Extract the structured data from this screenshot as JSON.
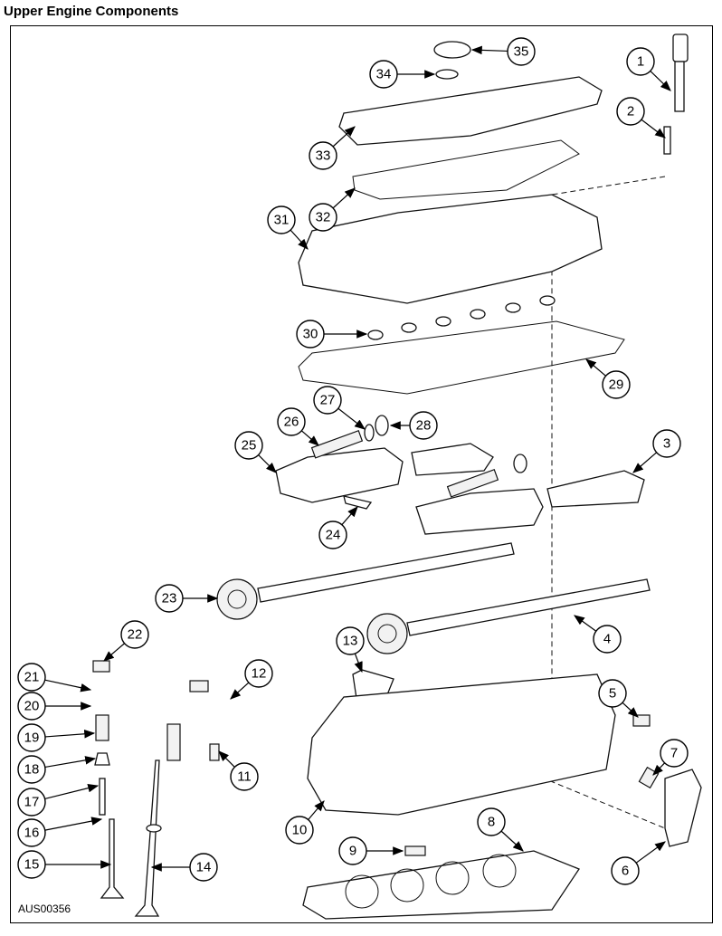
{
  "title": "Upper Engine Components",
  "figure_id": "AUS00356",
  "callouts": [
    "1",
    "2",
    "3",
    "4",
    "5",
    "6",
    "7",
    "8",
    "9",
    "10",
    "11",
    "12",
    "13",
    "14",
    "15",
    "16",
    "17",
    "18",
    "19",
    "20",
    "21",
    "22",
    "23",
    "24",
    "25",
    "26",
    "27",
    "28",
    "29",
    "30",
    "31",
    "32",
    "33",
    "34",
    "35"
  ]
}
